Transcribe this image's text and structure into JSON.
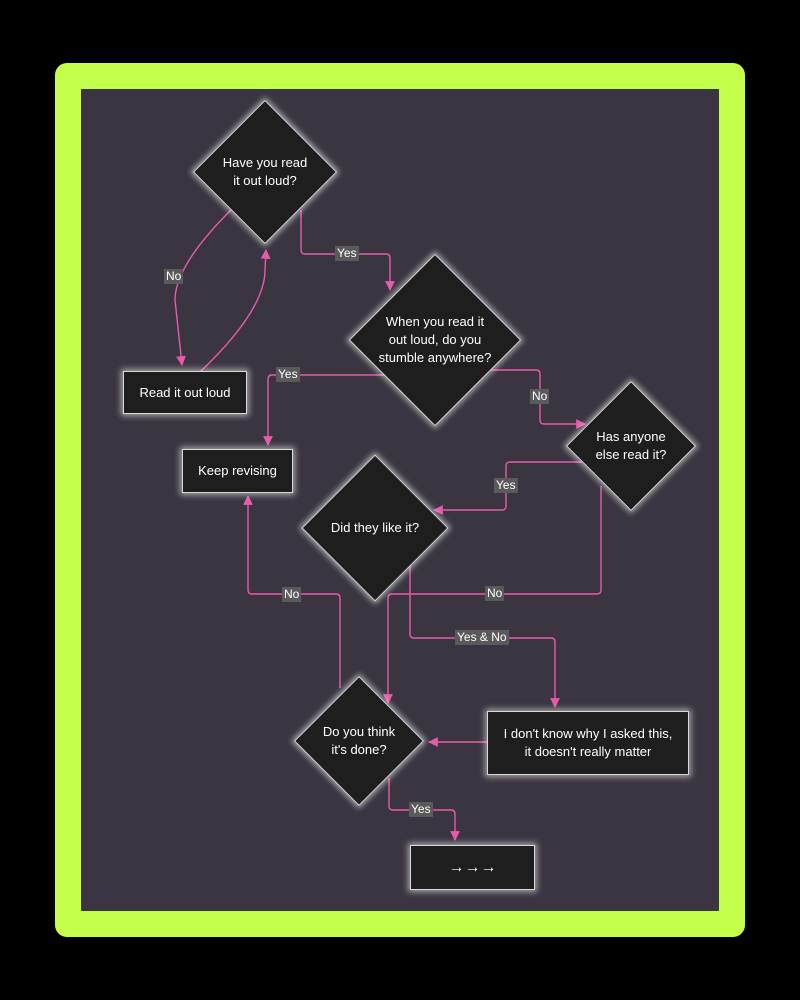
{
  "colors": {
    "frame": "#c3ff4b",
    "canvas": "#3a3540",
    "node": "#1e1e1e",
    "edge": "#e85aac"
  },
  "nodes": {
    "read_aloud_q": "Have you read\nit out loud?",
    "read_it": "Read it out loud",
    "stumble_q": "When you read it\nout loud, do you\nstumble anywhere?",
    "keep_revising": "Keep revising",
    "anyone_else_q": "Has anyone\nelse read it?",
    "like_it_q": "Did they like it?",
    "done_q": "Do you think\nit's done?",
    "dont_know": "I don't know why I asked this,\nit doesn't really matter",
    "next": "→→→"
  },
  "edges": {
    "no_1": "No",
    "yes_1": "Yes",
    "yes_2": "Yes",
    "no_2": "No",
    "yes_3": "Yes",
    "no_3": "No",
    "yes_no": "Yes & No",
    "no_4": "No",
    "yes_4": "Yes"
  }
}
